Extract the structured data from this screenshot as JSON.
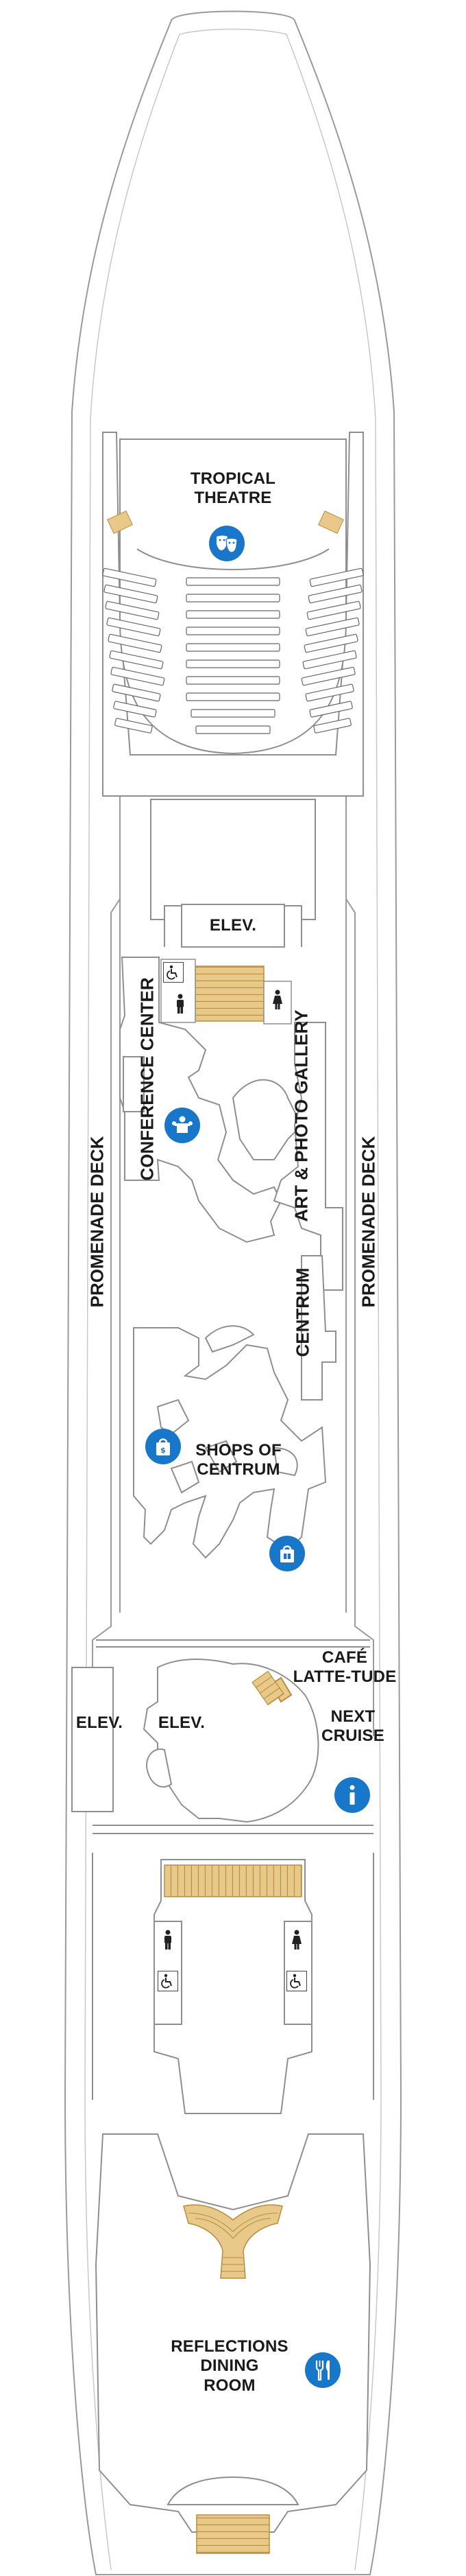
{
  "colors": {
    "outline": "#8f8f8f",
    "hull": "#ffffff",
    "stairs": "#e8c98a",
    "stairs_dark": "#c9a050",
    "icon_blue": "#1877c9"
  },
  "labels": {
    "tropical_theatre": "TROPICAL\nTHEATRE",
    "elev_top": "ELEV.",
    "conference_center": "CONFERENCE CENTER",
    "art_photo_gallery": "ART & PHOTO GALLERY",
    "promenade_left": "PROMENADE DECK",
    "promenade_right": "PROMENADE DECK",
    "centrum": "CENTRUM",
    "shops_of_centrum": "SHOPS OF\nCENTRUM",
    "cafe_latte_tude": "CAFÉ\nLATTE-TUDE",
    "elev_left": "ELEV.",
    "elev_center": "ELEV.",
    "next_cruise": "NEXT\nCRUISE",
    "reflections_dining_room": "REFLECTIONS\nDINING\nROOM"
  },
  "icons": [
    {
      "name": "theatre-masks-icon",
      "style": "blue-circle"
    },
    {
      "name": "conference-icon",
      "style": "blue-circle"
    },
    {
      "name": "shopping-bag-icon",
      "style": "blue-circle"
    },
    {
      "name": "gift-bag-icon",
      "style": "blue-circle"
    },
    {
      "name": "info-icon",
      "style": "blue-circle"
    },
    {
      "name": "dining-icon",
      "style": "blue-circle"
    },
    {
      "name": "restroom-men-icon",
      "style": "square"
    },
    {
      "name": "restroom-women-icon",
      "style": "square"
    },
    {
      "name": "accessible-icon",
      "style": "square"
    }
  ]
}
